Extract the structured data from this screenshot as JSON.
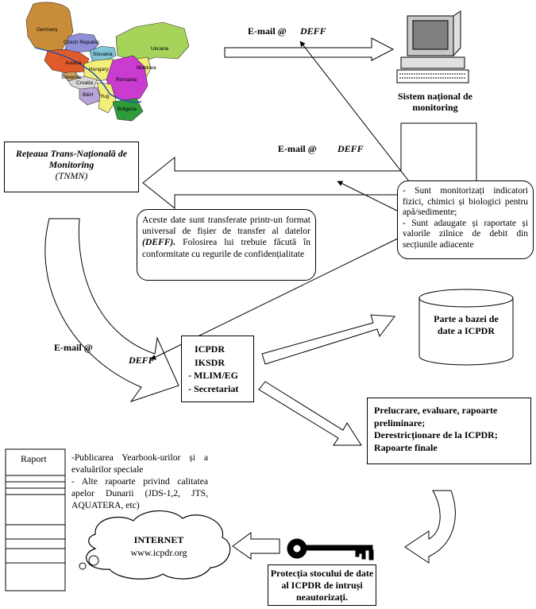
{
  "map": {
    "countries": {
      "germany": "Germany",
      "czech": "Czech Republic",
      "slovakia": "Slovakia",
      "austria": "Austria",
      "hungary": "Hungary",
      "ukraine": "Ukraine",
      "moldova": "Moldova",
      "romania": "Romania",
      "slovenia": "Slovenia",
      "croatia": "Croatia",
      "bh": "B&H",
      "yug": "Yug",
      "bulgaria": "Bulgaria"
    }
  },
  "email_top": {
    "label": "E-mail @",
    "format": "DEFF"
  },
  "email_mid": {
    "label": "E-mail @",
    "format": "DEFF"
  },
  "email_left": {
    "label": "E-mail @",
    "format": "DEFF"
  },
  "national_system": "Sistem național de monitoring",
  "tnmn": {
    "title": "Rețeaua Trans-Națională de Monitoring",
    "abbr": "(TNMN)"
  },
  "indicators": {
    "line1": "- Sunt monitorizați indicatori fizici, chimici și biologici pentru apă/sedimente;",
    "line2": "- Sunt adaugate și raportate și valorile zilnice de debit din secțiunile adiacente"
  },
  "transfer_note": {
    "part1": "Aceste date sunt transferate printr-un format universal de fișier de transfer al datelor ",
    "bold": "(DEFF).",
    "part2": " Folosirea lui trebuie făcută în conformitate cu regurile de confidențialitate"
  },
  "icpdr": {
    "line1": "ICPDR",
    "line2": "IKSDR",
    "line3": "- MLIM/EG",
    "line4": "- Secretariat"
  },
  "database": "Parte a bazei de date a ICPDR",
  "processing": {
    "line1": "Prelucrare, evaluare, rapoarte preliminare;",
    "line2": "Derestricționare de la ICPDR;",
    "line3": "Rapoarte finale"
  },
  "report": {
    "title": "Raport",
    "line1": "-Publicarea Yearbook-urilor și a evaluărilor speciale",
    "line2": "- Alte rapoarte privind calitatea apelor Dunarii (JDS-1,2, JTS, AQUATERA, etc)"
  },
  "internet": {
    "title": "INTERNET",
    "url": "www.icpdr.org"
  },
  "protection": "Protecția stocului de date al ICPDR de intruși neautorizați."
}
